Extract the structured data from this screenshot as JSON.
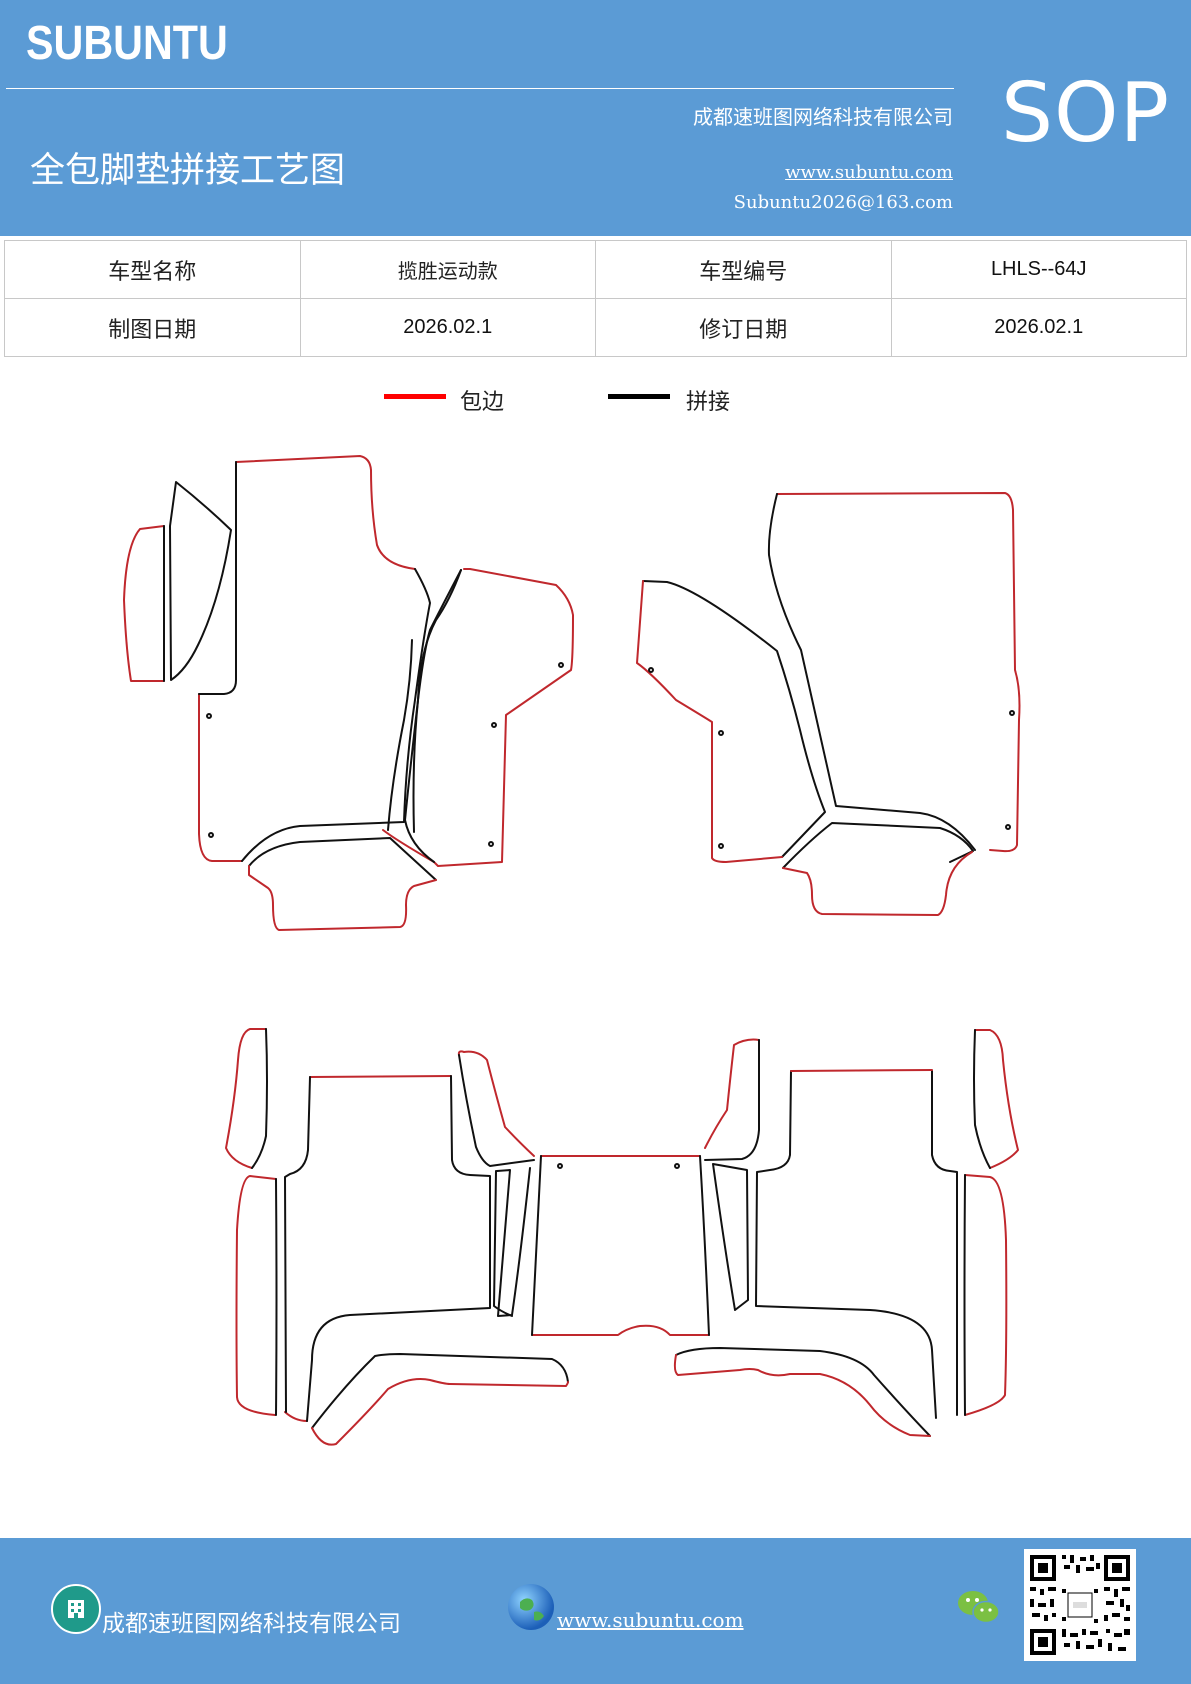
{
  "header": {
    "brand": "SUBUNTU",
    "company": "成都速班图网络科技有限公司",
    "title": "全包脚垫拼接工艺图",
    "website": "www.subuntu.com",
    "email": "Subuntu2026@163.com",
    "doc_type": "SOP"
  },
  "info_table": {
    "model_name_label": "车型名称",
    "model_name_value": "揽胜运动款",
    "model_code_label": "车型编号",
    "model_code_value": "LHLS--64J",
    "draw_date_label": "制图日期",
    "draw_date_value": "2026.02.1",
    "revise_date_label": "修订日期",
    "revise_date_value": "2026.02.1"
  },
  "legend": [
    {
      "label": "包边",
      "color": "#ff0000"
    },
    {
      "label": "拼接",
      "color": "#000000"
    }
  ],
  "colors": {
    "brand_blue": "#5b9bd5",
    "edge_red": "#c0282d",
    "seam_black": "#111111"
  },
  "footer": {
    "company": "成都速班图网络科技有限公司",
    "website": "www.subuntu.com",
    "icons": [
      "building-icon",
      "globe-icon",
      "wechat-icon",
      "qr-code"
    ]
  }
}
